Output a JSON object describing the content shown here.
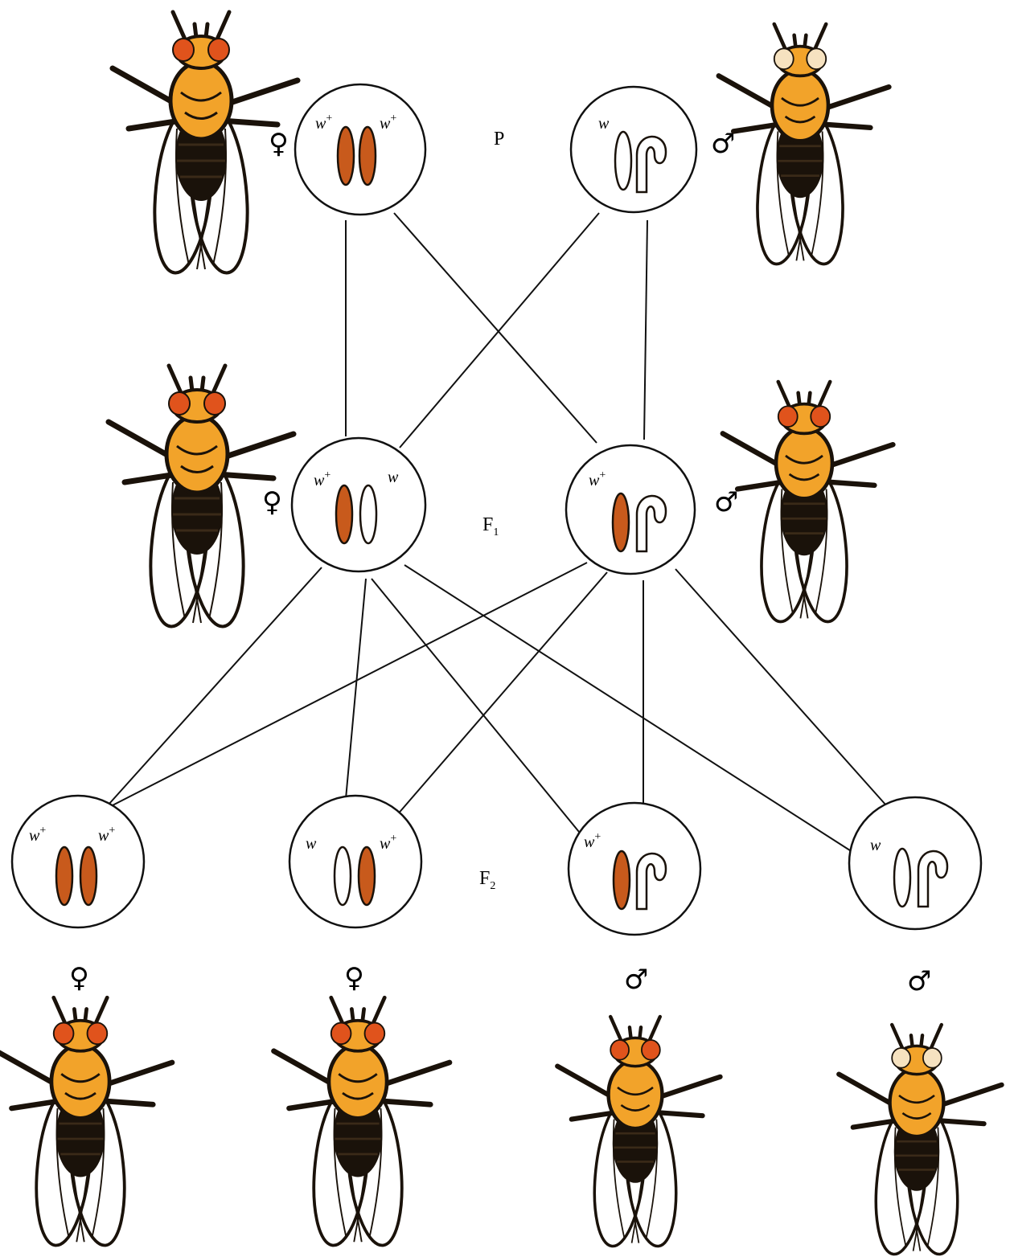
{
  "colors": {
    "chromosome_fill": "#c85a1c",
    "line": "#111111",
    "fly_body": "#1a120a",
    "fly_eye_red": "#e0531c",
    "fly_thorax": "#f2a32a"
  },
  "generations": {
    "p": {
      "label": "P",
      "sub": ""
    },
    "f1": {
      "label": "F",
      "sub": "1"
    },
    "f2": {
      "label": "F",
      "sub": "2"
    }
  },
  "symbols": {
    "female": "♀",
    "male": "♂"
  },
  "alleles": {
    "wild": {
      "base": "w",
      "sup": "+"
    },
    "mutant": {
      "base": "w",
      "sup": ""
    }
  },
  "cells": [
    {
      "id": "p-female",
      "sex": "female",
      "chromosomes": [
        "X-wild",
        "X-wild"
      ]
    },
    {
      "id": "p-male",
      "sex": "male",
      "chromosomes": [
        "X-mutant",
        "Y"
      ]
    },
    {
      "id": "f1-female",
      "sex": "female",
      "chromosomes": [
        "X-wild",
        "X-mutant"
      ]
    },
    {
      "id": "f1-male",
      "sex": "male",
      "chromosomes": [
        "X-wild",
        "Y"
      ]
    },
    {
      "id": "f2-1",
      "sex": "female",
      "chromosomes": [
        "X-wild",
        "X-wild"
      ]
    },
    {
      "id": "f2-2",
      "sex": "female",
      "chromosomes": [
        "X-mutant",
        "X-wild"
      ]
    },
    {
      "id": "f2-3",
      "sex": "male",
      "chromosomes": [
        "X-wild",
        "Y"
      ]
    },
    {
      "id": "f2-4",
      "sex": "male",
      "chromosomes": [
        "X-mutant",
        "Y"
      ]
    }
  ],
  "flies": [
    {
      "id": "fly-p-female",
      "eye": "red"
    },
    {
      "id": "fly-p-male",
      "eye": "white"
    },
    {
      "id": "fly-f1-female",
      "eye": "red"
    },
    {
      "id": "fly-f1-male",
      "eye": "red"
    },
    {
      "id": "fly-f2-1",
      "eye": "red"
    },
    {
      "id": "fly-f2-2",
      "eye": "red"
    },
    {
      "id": "fly-f2-3",
      "eye": "red"
    },
    {
      "id": "fly-f2-4",
      "eye": "white"
    }
  ],
  "icons": {
    "fly": "drosophila-icon",
    "x_chromosome": "x-chromosome-icon",
    "y_chromosome": "y-chromosome-icon"
  }
}
